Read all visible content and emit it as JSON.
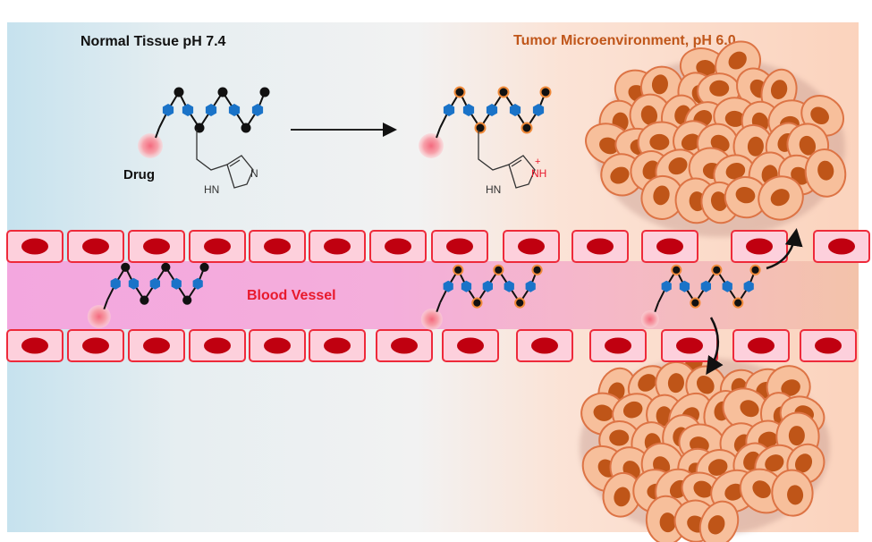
{
  "labels": {
    "normal_tissue": "Normal Tissue pH 7.4",
    "tumor": "Tumor Microenvironment, pH 6.0",
    "drug": "Drug",
    "blood_vessel": "Blood Vessel",
    "hn": "HN",
    "n": "N",
    "nh_plus": "NH",
    "plus": "+"
  },
  "colors": {
    "normal_bg": "#cfe6ef",
    "mid_bg": "#f1f2f3",
    "tumor_bg": "#fbd6c4",
    "tumor_text": "#c0561a",
    "vessel_text": "#e8192c",
    "lumen": "#f4a9dc",
    "wall_cell": "#fdd0dc",
    "wall_stroke": "#ee2a3a",
    "nucleus": "#c00010",
    "tumor_cell": "#f7bf9b",
    "tumor_cell_stroke": "#dd7445",
    "tumor_nucleus": "#bf5518",
    "blue_bead": "#1a73c8",
    "black_bead": "#111111",
    "orange_ring": "#f08a3a",
    "drug": "#f58c98"
  }
}
